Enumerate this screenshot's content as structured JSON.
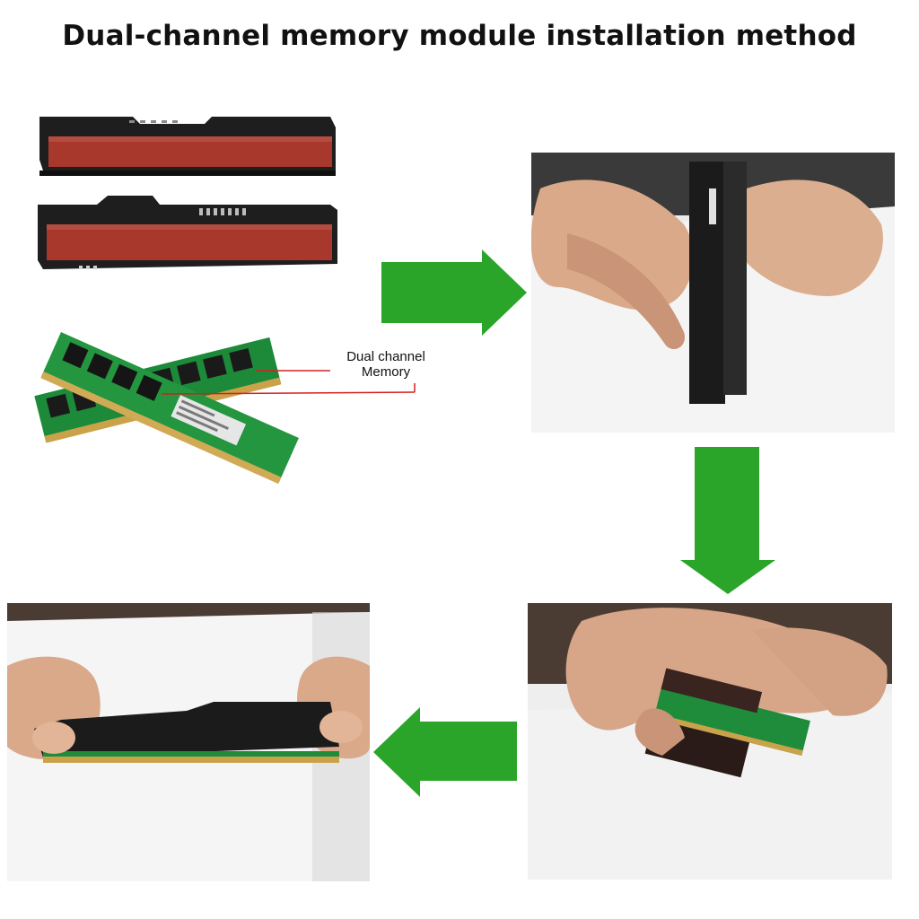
{
  "title": "Dual-channel memory module installation method",
  "callout": {
    "line1": "Dual channel",
    "line2": "Memory"
  },
  "colors": {
    "arrow_green": "#2aa52a",
    "pcb_green": "#1d8a3a",
    "heatsink_black": "#1b1b1b",
    "thermal_pad_red": "#a8372c",
    "callout_line": "#d32020"
  }
}
